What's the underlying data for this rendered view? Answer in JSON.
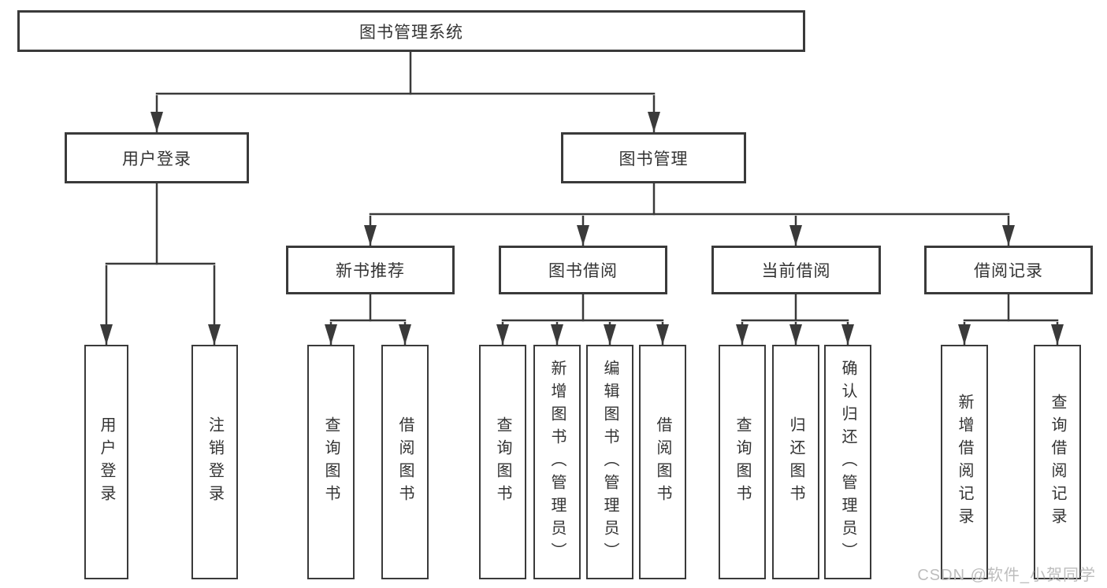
{
  "diagram": {
    "root": {
      "label": "图书管理系统"
    },
    "level2": {
      "user_login": {
        "label": "用户登录"
      },
      "book_management": {
        "label": "图书管理"
      }
    },
    "level3": {
      "new_book_recommend": {
        "label": "新书推荐"
      },
      "book_borrowing": {
        "label": "图书借阅"
      },
      "current_borrowing": {
        "label": "当前借阅"
      },
      "borrowing_records": {
        "label": "借阅记录"
      }
    },
    "leaves": {
      "user_login": {
        "label": "用户登录"
      },
      "logout": {
        "label": "注销登录"
      },
      "nb_query_books": {
        "label": "查询图书"
      },
      "nb_borrow_books": {
        "label": "借阅图书"
      },
      "bb_query_books": {
        "label": "查询图书"
      },
      "bb_add_books": {
        "label": "新增图书（管理员）"
      },
      "bb_edit_books": {
        "label": "编辑图书（管理员）"
      },
      "bb_borrow_books": {
        "label": "借阅图书"
      },
      "cb_query_books": {
        "label": "查询图书"
      },
      "cb_return_books": {
        "label": "归还图书"
      },
      "cb_confirm_return": {
        "label": "确认归还（管理员）"
      },
      "br_add_record": {
        "label": "新增借阅记录"
      },
      "br_query_record": {
        "label": "查询借阅记录"
      }
    }
  },
  "watermark": {
    "text": "CSDN @软件_小贺同学"
  },
  "colors": {
    "line": "#3a3a3a",
    "box_border": "#3a3a3a",
    "text": "#333333",
    "watermark": "#bdbdbd",
    "background": "#ffffff"
  }
}
